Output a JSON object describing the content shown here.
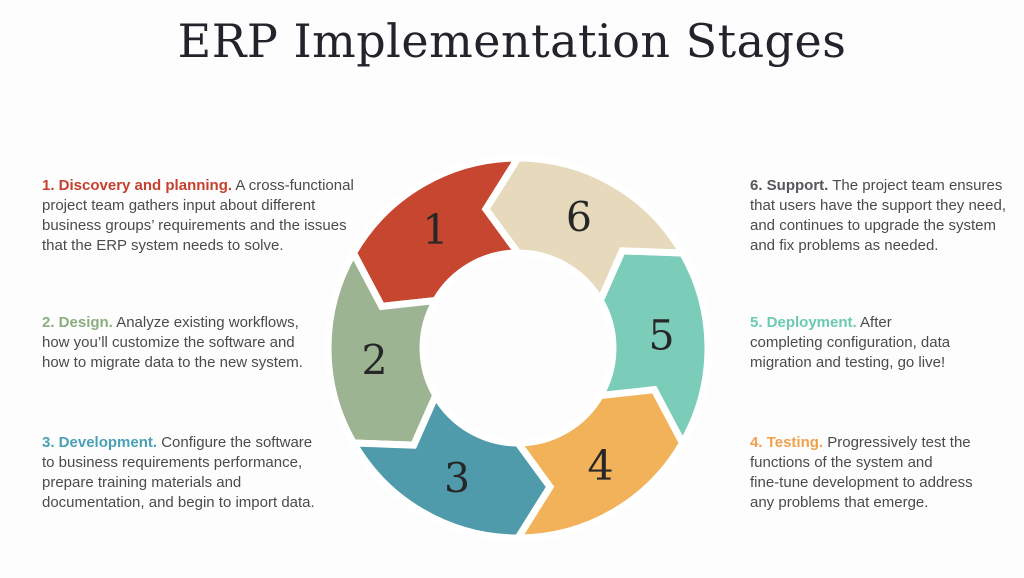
{
  "title": "ERP Implementation Stages",
  "colors": {
    "background": "#fdfdfd",
    "title_text": "#23232b",
    "body_text": "#4b4b4b",
    "number_text": "#272727",
    "segment_gap": "#ffffff"
  },
  "diagram": {
    "type": "cycle",
    "direction": "counterclockwise",
    "segments": [
      {
        "number": "1",
        "label": "Discovery and planning",
        "color": "#c6462f"
      },
      {
        "number": "2",
        "label": "Design",
        "color": "#9cb492"
      },
      {
        "number": "3",
        "label": "Development",
        "color": "#4f9bab"
      },
      {
        "number": "4",
        "label": "Testing",
        "color": "#f2b259"
      },
      {
        "number": "5",
        "label": "Deployment",
        "color": "#7bccb8"
      },
      {
        "number": "6",
        "label": "Support",
        "color": "#e7dabc"
      }
    ]
  },
  "stages": [
    {
      "heading": "1. Discovery and planning.",
      "heading_color": "#c5402e",
      "body": " A cross-functional\nproject team gathers input about different\nbusiness groups’ requirements and the issues\nthat the ERP system needs to solve."
    },
    {
      "heading": "2. Design.",
      "heading_color": "#8cad80",
      "body": " Analyze existing workflows,\nhow you’ll customize the software and\nhow to migrate data to the new system."
    },
    {
      "heading": "3. Development.",
      "heading_color": "#48a1b4",
      "body": " Configure the software\nto business requirements performance,\nprepare training materials and\ndocumentation, and begin to import data."
    },
    {
      "heading": "4. Testing.",
      "heading_color": "#f0a14c",
      "body": " Progressively test the\nfunctions of the system and\nfine-tune development to address\nany problems that emerge."
    },
    {
      "heading": "5. Deployment.",
      "heading_color": "#6cc9b2",
      "body": " After\ncompleting configuration, data\nmigration and testing, go live!"
    },
    {
      "heading": "6. Support.",
      "heading_color": "#57575b",
      "body": " The project team ensures\nthat users have the support they need,\nand continues to upgrade the system\nand fix problems as needed."
    }
  ]
}
